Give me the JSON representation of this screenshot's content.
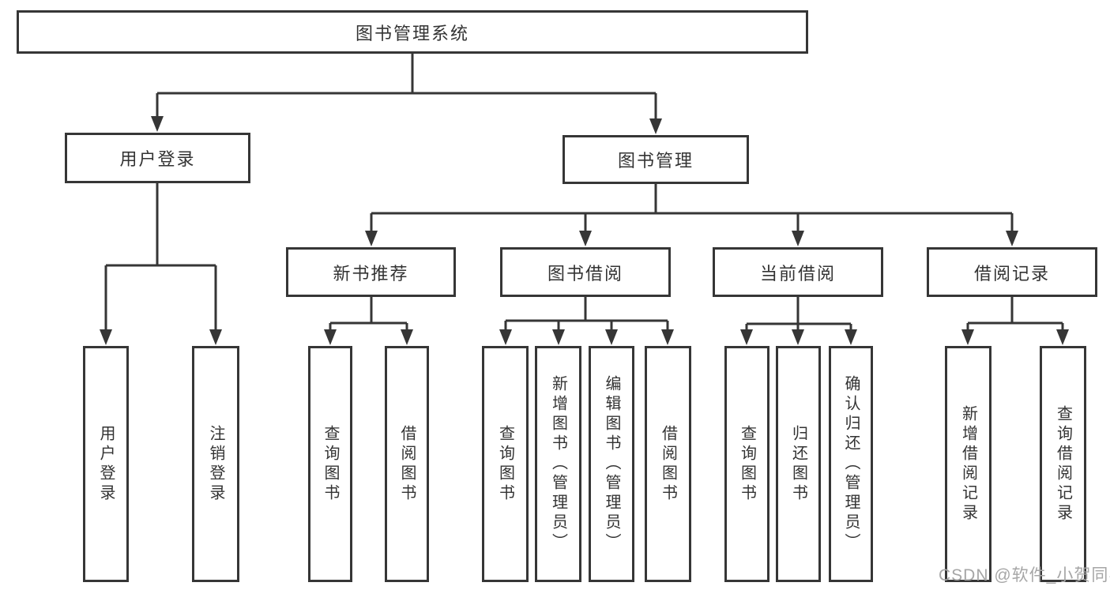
{
  "diagram": {
    "root": {
      "label": "图书管理系统"
    },
    "branches": [
      {
        "label": "用户登录"
      },
      {
        "label": "图书管理"
      }
    ],
    "modules": [
      {
        "label": "新书推荐"
      },
      {
        "label": "图书借阅"
      },
      {
        "label": "当前借阅"
      },
      {
        "label": "借阅记录"
      }
    ],
    "leaves": {
      "login": [
        "用户登录",
        "注销登录"
      ],
      "new_book": [
        "查询图书",
        "借阅图书"
      ],
      "borrow": [
        "查询图书",
        "新增图书（管理员）",
        "编辑图书（管理员）",
        "借阅图书"
      ],
      "current": [
        "查询图书",
        "归还图书",
        "确认归还（管理员）"
      ],
      "records": [
        "新增借阅记录",
        "查询借阅记录"
      ]
    }
  },
  "watermark": "CSDN @软件_小贺同学",
  "colors": {
    "line": "#363636",
    "text": "#333333",
    "watermark": "#a6a6a6",
    "background": "#ffffff"
  }
}
